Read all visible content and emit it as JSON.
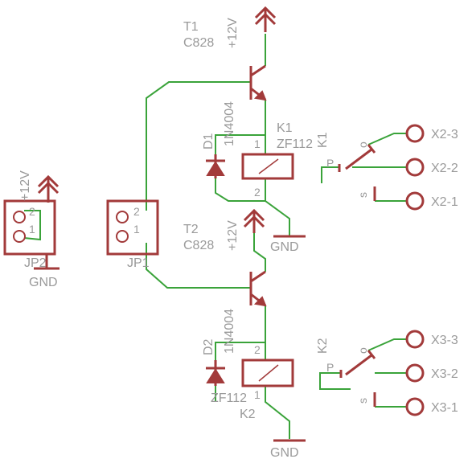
{
  "labels": {
    "t1_name": "T1",
    "t1_value": "C828",
    "t1_supply": "+12V",
    "t2_name": "T2",
    "t2_value": "C828",
    "t2_supply": "+12V",
    "d1_name": "D1",
    "d1_value": "1N4004",
    "d2_name": "D2",
    "d2_value": "1N4004",
    "k1_name": "K1",
    "k1_value": "ZF112",
    "k1_switch": "K1",
    "k2_name": "K2",
    "k2_value": "ZF112",
    "k2_switch": "K2",
    "jp1_name": "JP1",
    "jp2_name": "JP2",
    "jp2_supply": "+12V",
    "gnd_1": "GND",
    "gnd_2": "GND",
    "gnd_3": "GND",
    "x2_3": "X2-3",
    "x2_2": "X2-2",
    "x2_1": "X2-1",
    "x3_3": "X3-3",
    "x3_2": "X3-2",
    "x3_1": "X3-1",
    "coil_pin_1": "1",
    "coil_pin_2": "2",
    "coil2_pin_2": "2",
    "coil2_pin_1": "1",
    "jp1_pin_2": "2",
    "jp1_pin_1": "1",
    "jp2_pin_2": "2",
    "jp2_pin_1": "1",
    "sw_p": "P",
    "sw_o": "o",
    "sw_s": "s",
    "sw2_p": "P",
    "sw2_o": "o",
    "sw2_s": "s"
  },
  "colors": {
    "wire": "#3aa33a",
    "part": "#a23a3a",
    "label": "#9a9a9a",
    "background": "#ffffff"
  }
}
